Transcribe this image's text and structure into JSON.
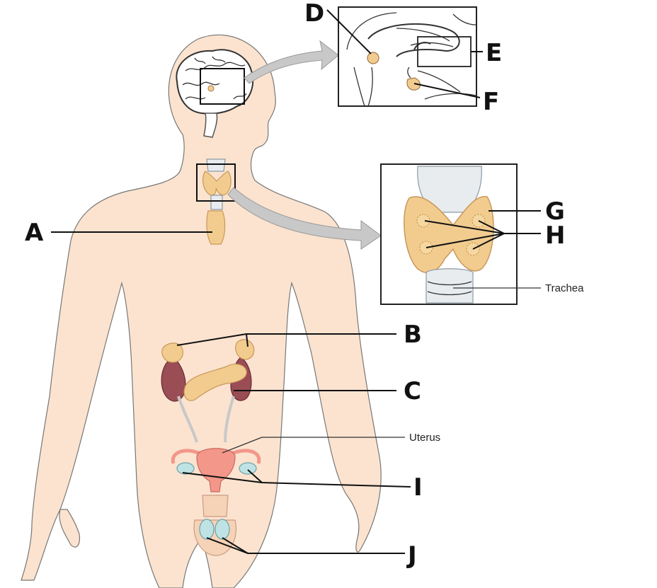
{
  "labels": {
    "a": "A",
    "b": "B",
    "c": "C",
    "d": "D",
    "e": "E",
    "f": "F",
    "g": "G",
    "h": "H",
    "i": "I",
    "j": "J",
    "trachea": "Trachea",
    "uterus": "Uterus"
  },
  "colors": {
    "skin": "#fbe3cf",
    "gland": "#f2cc8f",
    "kidney": "#9a4d55",
    "uterus": "#f3978a",
    "ovary": "#bfe3e5",
    "arrow": "#c8c8c8"
  }
}
